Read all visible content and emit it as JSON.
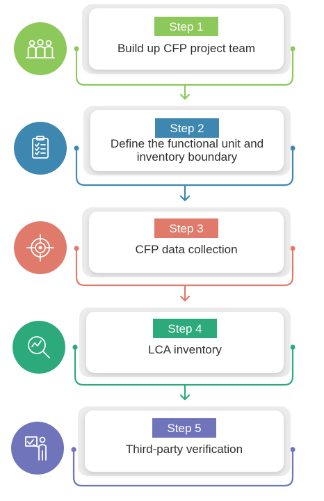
{
  "steps": [
    {
      "badge": "Step 1",
      "lines": [
        "Build up CFP project team"
      ],
      "icon": "team-icon",
      "color": "#8dc85a"
    },
    {
      "badge": "Step 2",
      "lines": [
        "Define the functional unit and",
        "inventory boundary"
      ],
      "icon": "checklist-icon",
      "color": "#3d87b0"
    },
    {
      "badge": "Step 3",
      "lines": [
        "CFP data collection"
      ],
      "icon": "target-icon",
      "color": "#e07a6b"
    },
    {
      "badge": "Step 4",
      "lines": [
        "LCA inventory"
      ],
      "icon": "magnifier-chart-icon",
      "color": "#2daa7c"
    },
    {
      "badge": "Step 5",
      "lines": [
        "Third-party verification"
      ],
      "icon": "presenter-board-icon",
      "color": "#6f74bb"
    }
  ]
}
